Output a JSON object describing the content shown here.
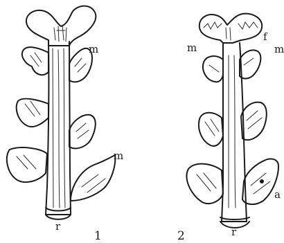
{
  "figure": {
    "left": {
      "number": "1",
      "labels": {
        "m_top": "m",
        "m_lower": "m",
        "r": "r"
      }
    },
    "right": {
      "number": "2",
      "labels": {
        "m_left": "m",
        "f": "f",
        "m_right": "m",
        "a": "a",
        "r": "r"
      }
    }
  },
  "colors": {
    "ink": "#1a1a1a",
    "background": "#ffffff"
  }
}
